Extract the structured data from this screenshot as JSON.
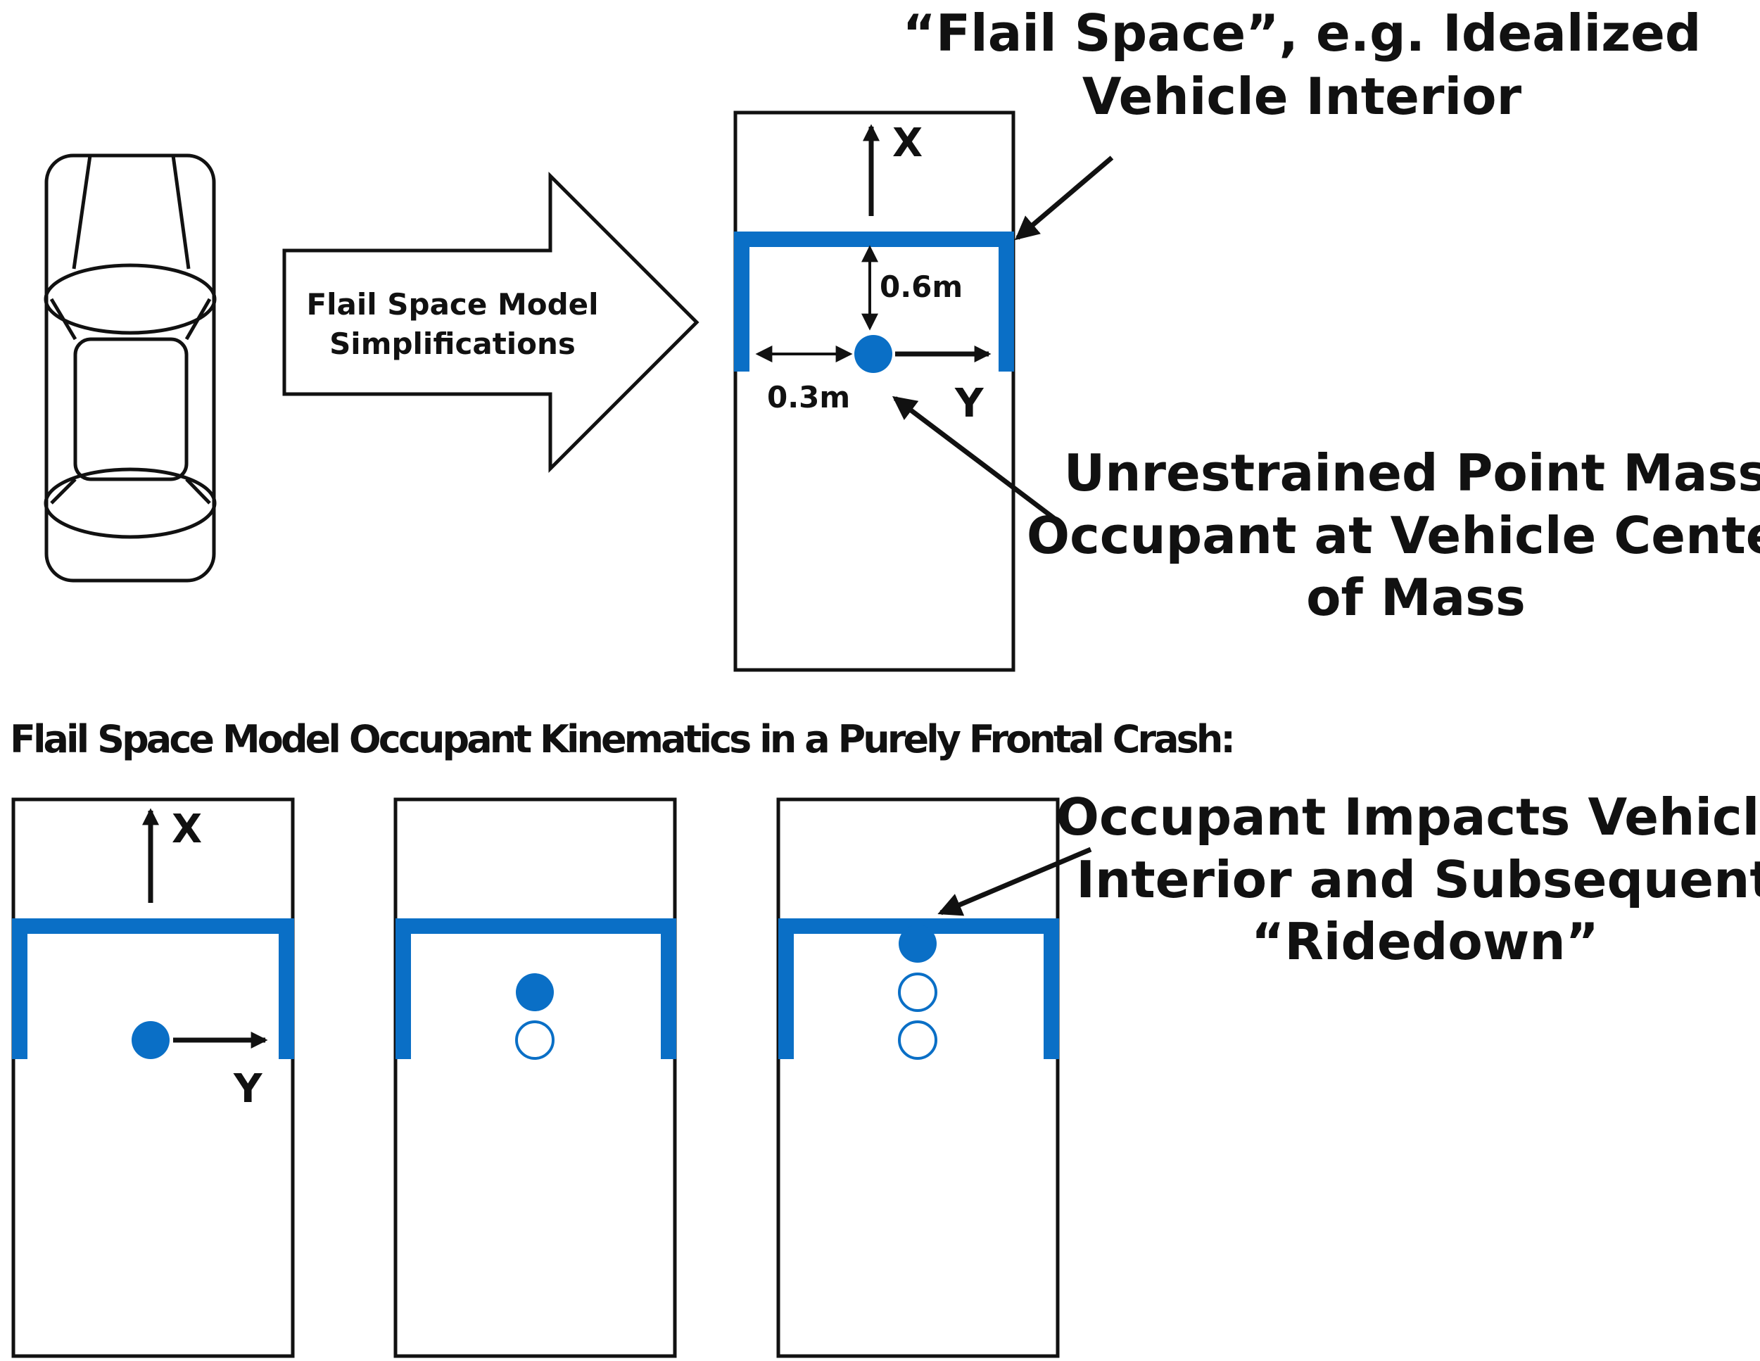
{
  "arrow_label": {
    "line1": "Flail Space Model",
    "line2": "Simplifications"
  },
  "flail_space_callout": {
    "line1": "“Flail Space”, e.g. Idealized",
    "line2": "Vehicle Interior"
  },
  "axis": {
    "x": "X",
    "y": "Y"
  },
  "dimensions": {
    "forward": "0.6m",
    "lateral": "0.3m"
  },
  "occupant_callout": {
    "line1": "Unrestrained Point Mass",
    "line2": "Occupant at Vehicle Center",
    "line3": "of Mass"
  },
  "section_title": "Flail Space Model Occupant Kinematics in a Purely Frontal Crash:",
  "impact_callout": {
    "line1": "Occupant Impacts Vehicle",
    "line2": "Interior and Subsequent",
    "line3": "“Ridedown”"
  },
  "colors": {
    "interior_blue": "#0a6fc6",
    "outline": "#111111"
  }
}
